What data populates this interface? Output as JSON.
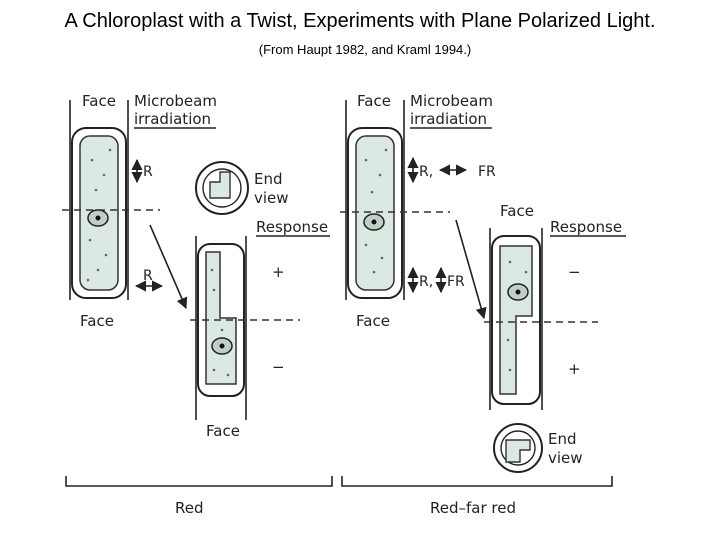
{
  "title": "A Chloroplast with a Twist, Experiments with Plane Polarized Light.",
  "subtitle": "(From Haupt 1982, and Kraml 1994.)",
  "panels": {
    "red": {
      "label": "Red",
      "face_top": "Face",
      "microbeam_line1": "Microbeam",
      "microbeam_line2": "irradiation",
      "beam_top": "R",
      "beam_bottom": "R",
      "end_view_line1": "End",
      "end_view_line2": "view",
      "response": "Response",
      "sign_top": "+",
      "sign_bottom": "−",
      "face_left_bottom": "Face",
      "face_response_bottom": "Face"
    },
    "red_far_red": {
      "label": "Red–far red",
      "face_top": "Face",
      "microbeam_line1": "Microbeam",
      "microbeam_line2": "irradiation",
      "beam_top_r": "R,",
      "beam_top_fr": "FR",
      "beam_bottom_r": "R,",
      "beam_bottom_fr": "FR",
      "face_response_top": "Face",
      "response": "Response",
      "sign_top": "−",
      "sign_bottom": "+",
      "face_left_bottom": "Face",
      "end_view_line1": "End",
      "end_view_line2": "view"
    }
  }
}
